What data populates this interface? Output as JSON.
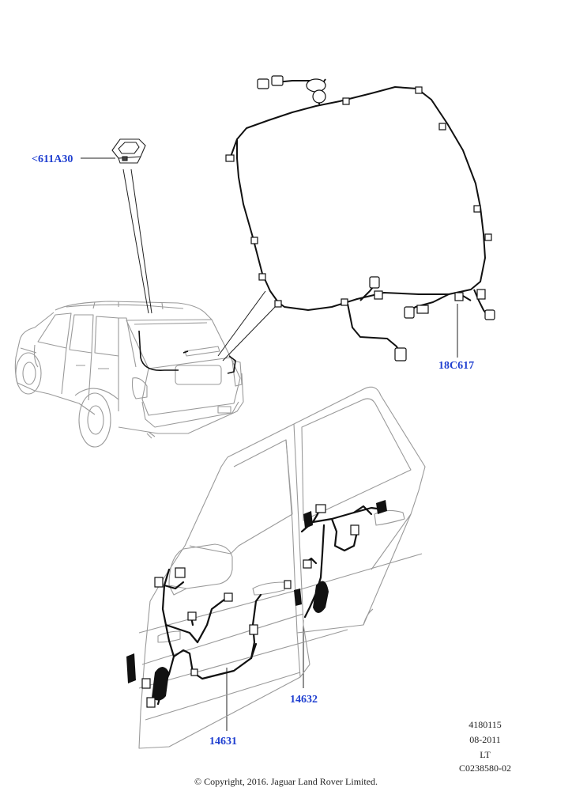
{
  "callouts": {
    "part_611a30": "<611A30",
    "part_18c617": "18C617",
    "part_14632": "14632",
    "part_14631": "14631"
  },
  "illustration_info": {
    "line1": "4180115",
    "line2": "08-2011",
    "line3": "LT",
    "line4": "C0238580-02"
  },
  "copyright": "© Copyright, 2016. Jaguar Land Rover Limited.",
  "colors": {
    "callout_text": "#1f3fd0",
    "harness": "#111111",
    "outline": "#9a9a9a"
  }
}
